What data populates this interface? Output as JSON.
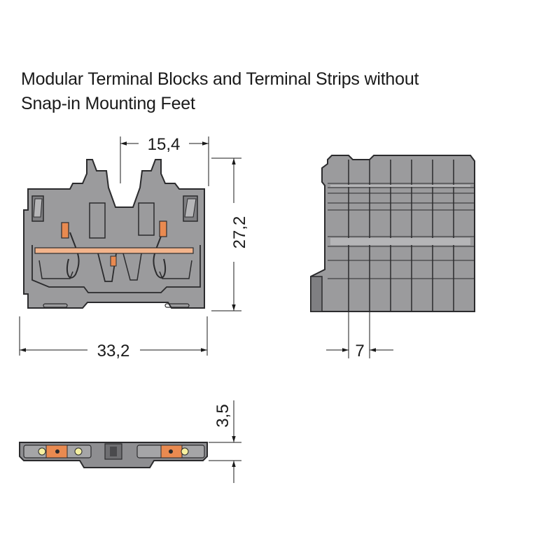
{
  "title": {
    "line1": "Modular Terminal Blocks and Terminal Strips without",
    "line2": "Snap-in Mounting Feet"
  },
  "dimensions": {
    "top_width": "15,4",
    "height": "27,2",
    "width": "33,2",
    "pitch": "7",
    "thickness": "3,5"
  },
  "colors": {
    "body": "#9b9b9d",
    "body_dark": "#6f6f72",
    "outline": "#2b2b2d",
    "contact": "#e98a50",
    "bar": "#f2b48c",
    "led": "#f5f0a0"
  }
}
